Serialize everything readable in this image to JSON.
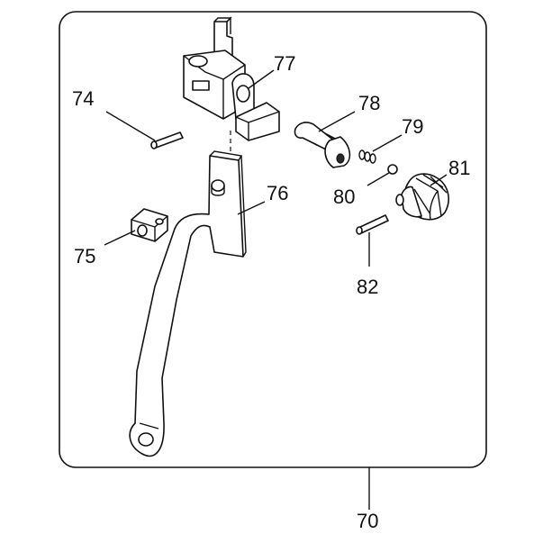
{
  "diagram": {
    "callouts": {
      "assembly": "70",
      "pin_left": "74",
      "collar": "75",
      "lever": "76",
      "bracket": "77",
      "screw_shaft": "78",
      "spring": "79",
      "ball": "80",
      "knob": "81",
      "pin_right": "82"
    }
  }
}
